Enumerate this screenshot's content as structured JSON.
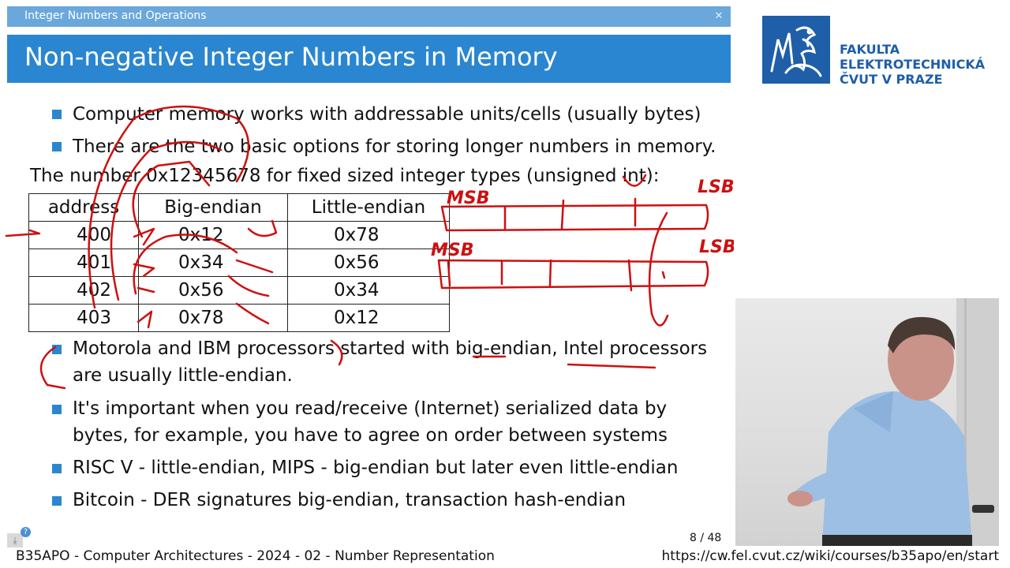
{
  "header": {
    "section_title": "Integer Numbers and Operations",
    "slide_title": "Non-negative Integer Numbers in Memory"
  },
  "logo": {
    "line1": "FAKULTA",
    "line2": "ELEKTROTECHNICKÁ",
    "line3": "ČVUT V PRAZE"
  },
  "bullets_top": [
    "Computer memory works with addressable units/cells (usually bytes)",
    "There are the two basic options for storing longer numbers in memory."
  ],
  "number_line": "The number 0x12345678 for fixed sized integer types (unsigned int):",
  "table": {
    "headers": [
      "address",
      "Big-endian",
      "Little-endian"
    ],
    "rows": [
      [
        "400",
        "0x12",
        "0x78"
      ],
      [
        "401",
        "0x34",
        "0x56"
      ],
      [
        "402",
        "0x56",
        "0x34"
      ],
      [
        "403",
        "0x78",
        "0x12"
      ]
    ]
  },
  "bullets_bottom": [
    {
      "line1": "Motorola and IBM processors started with big-endian, Intel processors",
      "line2": "are usually little-endian."
    },
    {
      "line1": "It's important when you read/receive (Internet) serialized data by",
      "line2": "bytes, for example, you have to agree on order between systems"
    },
    {
      "line1": "RISC V - little-endian, MIPS - big-endian but later even little-endian",
      "line2": ""
    },
    {
      "line1": "Bitcoin - DER signatures big-endian, transaction hash-endian",
      "line2": ""
    }
  ],
  "annotations": {
    "msb_top": "MSB",
    "lsb_top": "LSB",
    "msb_bottom": "MSB",
    "lsb_bottom": "LSB"
  },
  "footer": {
    "left": "B35APO - Computer Architectures - 2024 - 02 - Number Representation",
    "right": "https://cw.fel.cvut.cz/wiki/courses/b35apo/en/start",
    "page": "8 / 48"
  },
  "colors": {
    "accent": "#2a86d0",
    "section_bar": "#6aa8dc",
    "logo_blue": "#1f5ea8",
    "ink": "#cc1010"
  },
  "icons": {
    "close": "close-icon",
    "nav": "download-icon",
    "help": "help-icon"
  }
}
